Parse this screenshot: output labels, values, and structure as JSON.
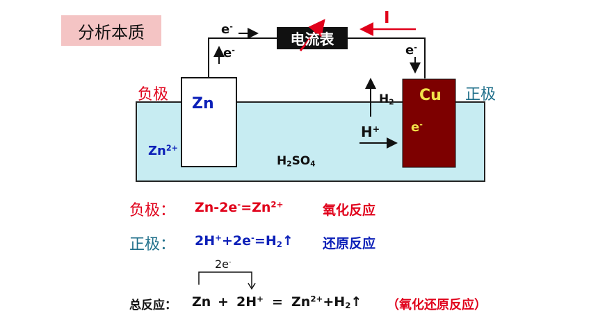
{
  "title": "分析本质",
  "ammeter_label": "电流表",
  "current_label": "I",
  "electron": {
    "base": "e",
    "sup": "-"
  },
  "left_pole": "负极",
  "right_pole": "正极",
  "zn_label": "Zn",
  "cu_label": "Cu",
  "zn_ion": {
    "base": "Zn",
    "sup": "2+"
  },
  "h2": {
    "base": "H",
    "sub": "2"
  },
  "h_ion": {
    "base": "H",
    "sup": "+"
  },
  "solution": {
    "a": "H",
    "a_sub": "2",
    "b": "SO",
    "b_sub": "4"
  },
  "neg_row": {
    "label": "负极：",
    "eq_p1": "Zn-2e",
    "eq_sup1": "-",
    "eq_p2": "=Zn",
    "eq_sup2": "2+",
    "type": "氧化反应"
  },
  "pos_row": {
    "label": "正极：",
    "eq_p1": "2H",
    "eq_sup1": "+",
    "eq_p2": "+2e",
    "eq_sup2": "-",
    "eq_p3": "=H",
    "eq_sub": "2",
    "eq_arrow": "↑",
    "type": "还原反应"
  },
  "transfer": {
    "base": "2e",
    "sup": "-"
  },
  "total": {
    "label": "总反应：",
    "zn": "Zn",
    "plus": "+",
    "h_base": "2H",
    "h_sup": "+",
    "equals": "=",
    "prod_base": "Zn",
    "prod_sup": "2+",
    "prod_mid": "+H",
    "prod_sub": "2",
    "prod_arrow": "↑",
    "note": "（氧化还原反应）"
  },
  "colors": {
    "red": "#e0001a",
    "blue": "#0c20b8",
    "teal": "#1f6f8a",
    "solution": "#c7ecf2",
    "cu_plate": "#7d0000",
    "cu_text": "#f2e24a",
    "title_bg": "#f4c4c4"
  }
}
